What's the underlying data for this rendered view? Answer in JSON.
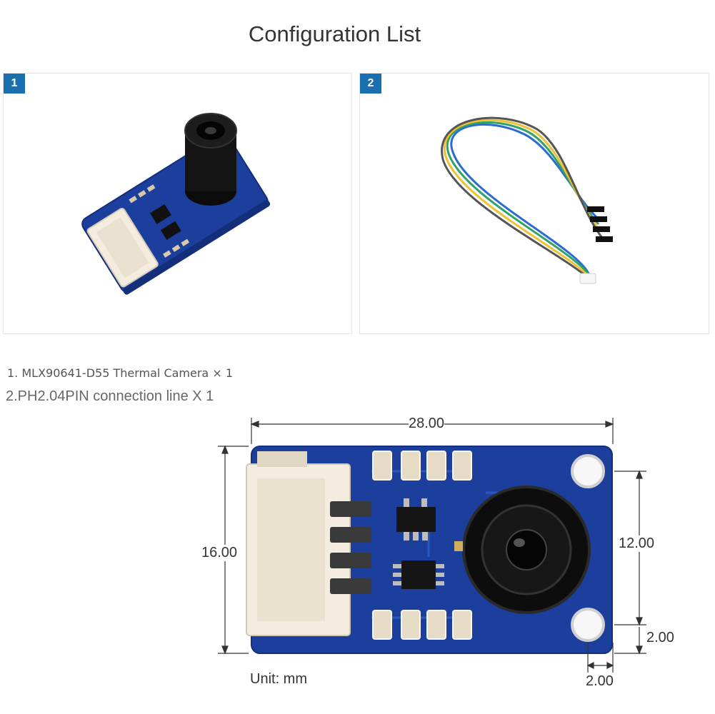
{
  "page": {
    "title": "Configuration List"
  },
  "panels": [
    {
      "badge": "1",
      "name": "thermal-camera-photo"
    },
    {
      "badge": "2",
      "name": "connection-cable-photo"
    }
  ],
  "items": [
    "1. MLX90641-D55 Thermal Camera × 1",
    "2.PH2.04PIN connection line X 1"
  ],
  "dimensions": {
    "width": "28.00",
    "height": "16.00",
    "hole_spacing": "12.00",
    "hole_offset_v": "2.00",
    "hole_offset_h": "2.00",
    "unit": "Unit: mm"
  },
  "colors": {
    "badge": "#1a6fb0",
    "pcb": "#1c3f9e",
    "connector": "#f3ecdf",
    "lens": "#111111"
  }
}
